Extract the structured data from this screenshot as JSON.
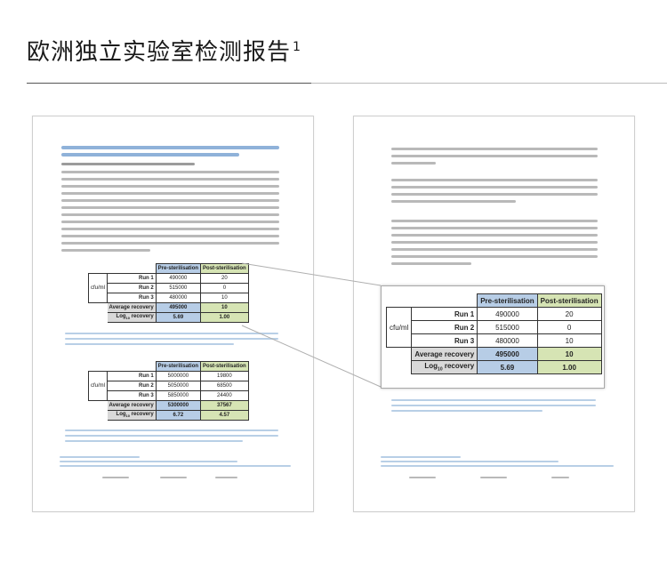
{
  "header": {
    "title": "欧洲独立实验室检测报告",
    "footnote_mark": "1"
  },
  "table1": {
    "headers": [
      "Pre-sterilisation",
      "Post-sterilisation"
    ],
    "unit_label": "cfu/ml",
    "rows": [
      {
        "label": "Run 1",
        "pre": "490000",
        "post": "20"
      },
      {
        "label": "Run 2",
        "pre": "515000",
        "post": "0"
      },
      {
        "label": "Run 3",
        "pre": "480000",
        "post": "10"
      }
    ],
    "average": {
      "label": "Average recovery",
      "pre": "495000",
      "post": "10"
    },
    "log": {
      "label_prefix": "Log",
      "label_sub": "10",
      "label_suffix": " recovery",
      "pre": "5.69",
      "post": "1.00"
    }
  },
  "table2": {
    "headers": [
      "Pre-sterilisation",
      "Post-sterilisation"
    ],
    "unit_label": "cfu/ml",
    "rows": [
      {
        "label": "Run 1",
        "pre": "5000000",
        "post": "19800"
      },
      {
        "label": "Run 2",
        "pre": "5050000",
        "post": "68500"
      },
      {
        "label": "Run 3",
        "pre": "5850000",
        "post": "24400"
      }
    ],
    "average": {
      "label": "Average recovery",
      "pre": "5300000",
      "post": "37567"
    },
    "log": {
      "label_prefix": "Log",
      "label_sub": "10",
      "label_suffix": " recovery",
      "pre": "6.72",
      "post": "4.57"
    }
  },
  "colors": {
    "header_blue": "#b7cde6",
    "header_green": "#d6e4b4",
    "gray": "#d9d9d9",
    "heading_blue": "#8fb2d9"
  }
}
